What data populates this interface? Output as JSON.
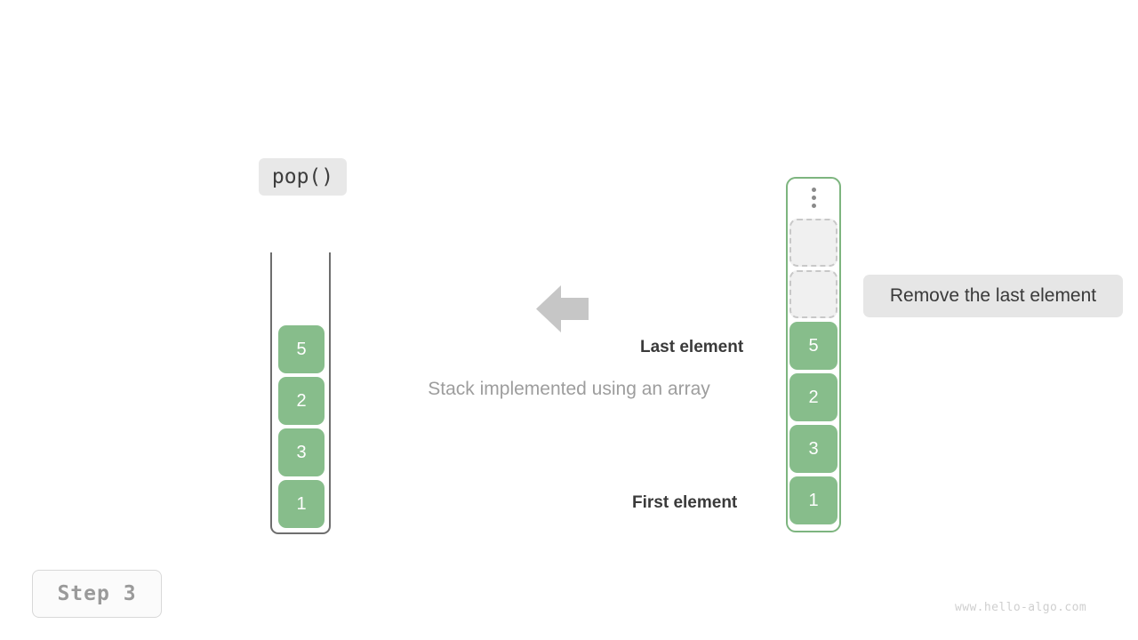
{
  "operation": {
    "label": "pop()"
  },
  "annotation": {
    "label": "Remove the last element"
  },
  "captions": {
    "main": "Stack implemented using an array",
    "last_element": "Last element",
    "first_element": "First element"
  },
  "step": {
    "label": "Step 3"
  },
  "watermark": {
    "text": "www.hello-algo.com"
  },
  "colors": {
    "cell_fill": "#87bd8b",
    "array_border": "#7db57f",
    "stack_border": "#6e6e6e",
    "empty_slot_fill": "#f0f0f0",
    "empty_slot_border": "#c8c8c8",
    "badge_bg": "#e6e6e6",
    "arrow": "#c6c6c6"
  },
  "stack": {
    "title": "stack",
    "orientation": "top-to-bottom",
    "cells": [
      {
        "value": "5"
      },
      {
        "value": "2"
      },
      {
        "value": "3"
      },
      {
        "value": "1"
      }
    ]
  },
  "array": {
    "title": "array",
    "ellipsis": "vertical-dots",
    "cells": [
      {
        "value": "",
        "state": "empty"
      },
      {
        "value": "",
        "state": "empty"
      },
      {
        "value": "5",
        "state": "filled"
      },
      {
        "value": "2",
        "state": "filled"
      },
      {
        "value": "3",
        "state": "filled"
      },
      {
        "value": "1",
        "state": "filled"
      }
    ]
  }
}
